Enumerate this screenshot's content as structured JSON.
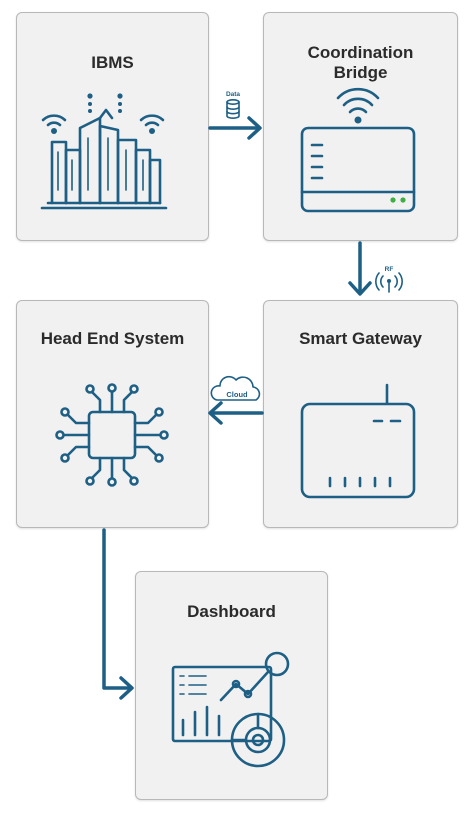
{
  "colors": {
    "accent": "#1d5f85",
    "card_bg": "#f1f1f1",
    "card_border": "#b8b8b8",
    "title": "#2b2b2b",
    "led": "#3cb043"
  },
  "nodes": {
    "ibms": {
      "label": "IBMS",
      "icon": "smart-city-buildings-icon"
    },
    "bridge": {
      "label_line1": "Coordination",
      "label_line2": "Bridge",
      "icon": "wifi-router-icon"
    },
    "gateway": {
      "label": "Smart Gateway",
      "icon": "gateway-box-icon"
    },
    "headend": {
      "label": "Head End System",
      "icon": "microchip-icon"
    },
    "dashboard": {
      "label": "Dashboard",
      "icon": "analytics-dashboard-icon"
    }
  },
  "connectors": {
    "ibms_to_bridge": {
      "tag": "Data",
      "icon": "database-icon"
    },
    "bridge_to_gateway": {
      "tag": "RF",
      "icon": "rf-antenna-icon"
    },
    "gateway_to_headend": {
      "tag": "Cloud",
      "icon": "cloud-icon"
    },
    "headend_to_dashboard": {
      "tag": ""
    }
  }
}
